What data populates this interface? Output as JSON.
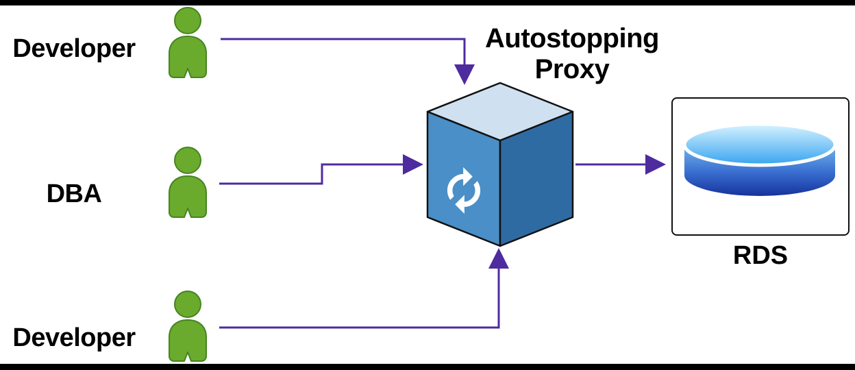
{
  "diagram": {
    "title": {
      "line1": "Autostopping",
      "line2": "Proxy"
    },
    "actors": [
      {
        "label": "Developer"
      },
      {
        "label": "DBA"
      },
      {
        "label": "Developer"
      }
    ],
    "database": {
      "label": "RDS"
    },
    "connections": [
      {
        "from": "developer-top",
        "to": "autostopping-proxy"
      },
      {
        "from": "dba",
        "to": "autostopping-proxy"
      },
      {
        "from": "developer-bottom",
        "to": "autostopping-proxy"
      },
      {
        "from": "autostopping-proxy",
        "to": "rds"
      }
    ],
    "colors": {
      "arrow": "#4e2b9f",
      "person_fill": "#6aab2e",
      "person_stroke": "#45841f",
      "cube_top": "#cfe0f0",
      "cube_front": "#4a8fc7",
      "cube_side": "#2f6ba3",
      "cylinder_top_light": "#d8f3ff",
      "cylinder_top_dark": "#31a1ef",
      "cylinder_body_light": "#79c0f0",
      "cylinder_body_dark": "#142f9b"
    }
  }
}
